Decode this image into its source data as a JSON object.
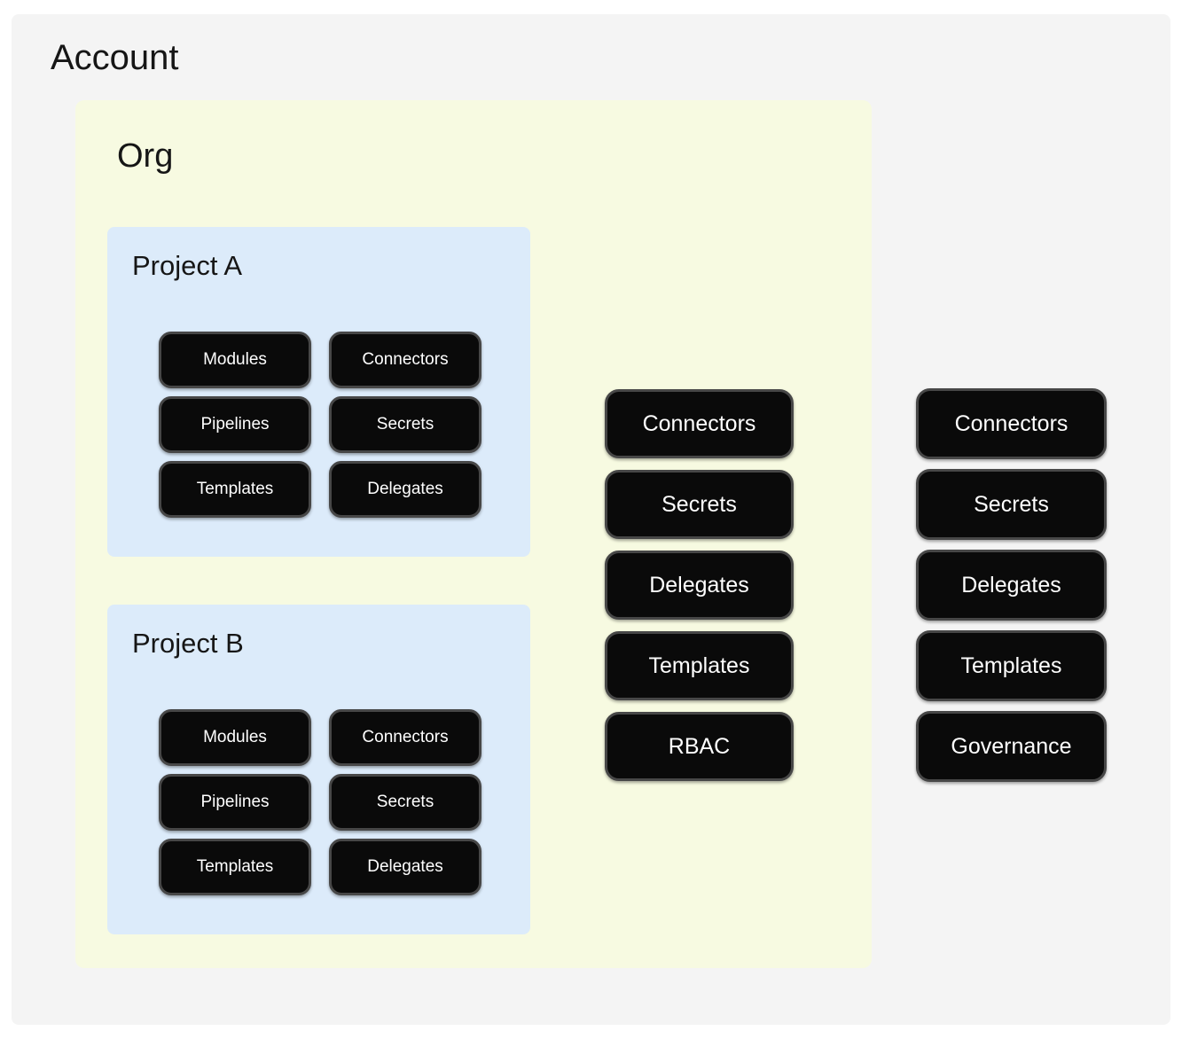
{
  "colors": {
    "page_bg": "#ffffff",
    "account_bg": "#f4f4f4",
    "org_bg": "#f7fae1",
    "project_bg": "#dcebfa",
    "pill_bg": "#0a0a0a",
    "pill_border": "#474747",
    "pill_text": "#ffffff",
    "title_text": "#161616"
  },
  "account": {
    "title": "Account",
    "resources": [
      "Connectors",
      "Secrets",
      "Delegates",
      "Templates",
      "Governance"
    ],
    "org": {
      "title": "Org",
      "resources": [
        "Connectors",
        "Secrets",
        "Delegates",
        "Templates",
        "RBAC"
      ],
      "projects": [
        {
          "title": "Project A",
          "resources": [
            "Modules",
            "Connectors",
            "Pipelines",
            "Secrets",
            "Templates",
            "Delegates"
          ]
        },
        {
          "title": "Project B",
          "resources": [
            "Modules",
            "Connectors",
            "Pipelines",
            "Secrets",
            "Templates",
            "Delegates"
          ]
        }
      ]
    }
  }
}
